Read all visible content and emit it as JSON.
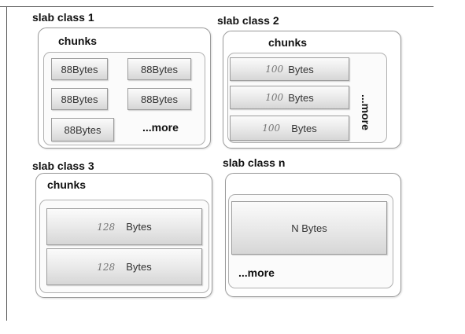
{
  "classes": [
    {
      "title": "slab class 1",
      "chunks_label": "chunks",
      "chunks": [
        "88Bytes",
        "88Bytes",
        "88Bytes",
        "88Bytes",
        "88Bytes"
      ],
      "more": "...more"
    },
    {
      "title": "slab class 2",
      "chunks_label": "chunks",
      "chunks": [
        {
          "num": "100",
          "unit": "Bytes"
        },
        {
          "num": "100",
          "unit": "Bytes"
        },
        {
          "num": "100",
          "unit": "Bytes"
        }
      ],
      "more": "...more"
    },
    {
      "title": "slab class 3",
      "chunks_label": "chunks",
      "chunks": [
        {
          "num": "128",
          "unit": "Bytes"
        },
        {
          "num": "128",
          "unit": "Bytes"
        }
      ]
    },
    {
      "title": "slab class n",
      "chunks": [
        "N Bytes"
      ],
      "more": "...more"
    }
  ]
}
